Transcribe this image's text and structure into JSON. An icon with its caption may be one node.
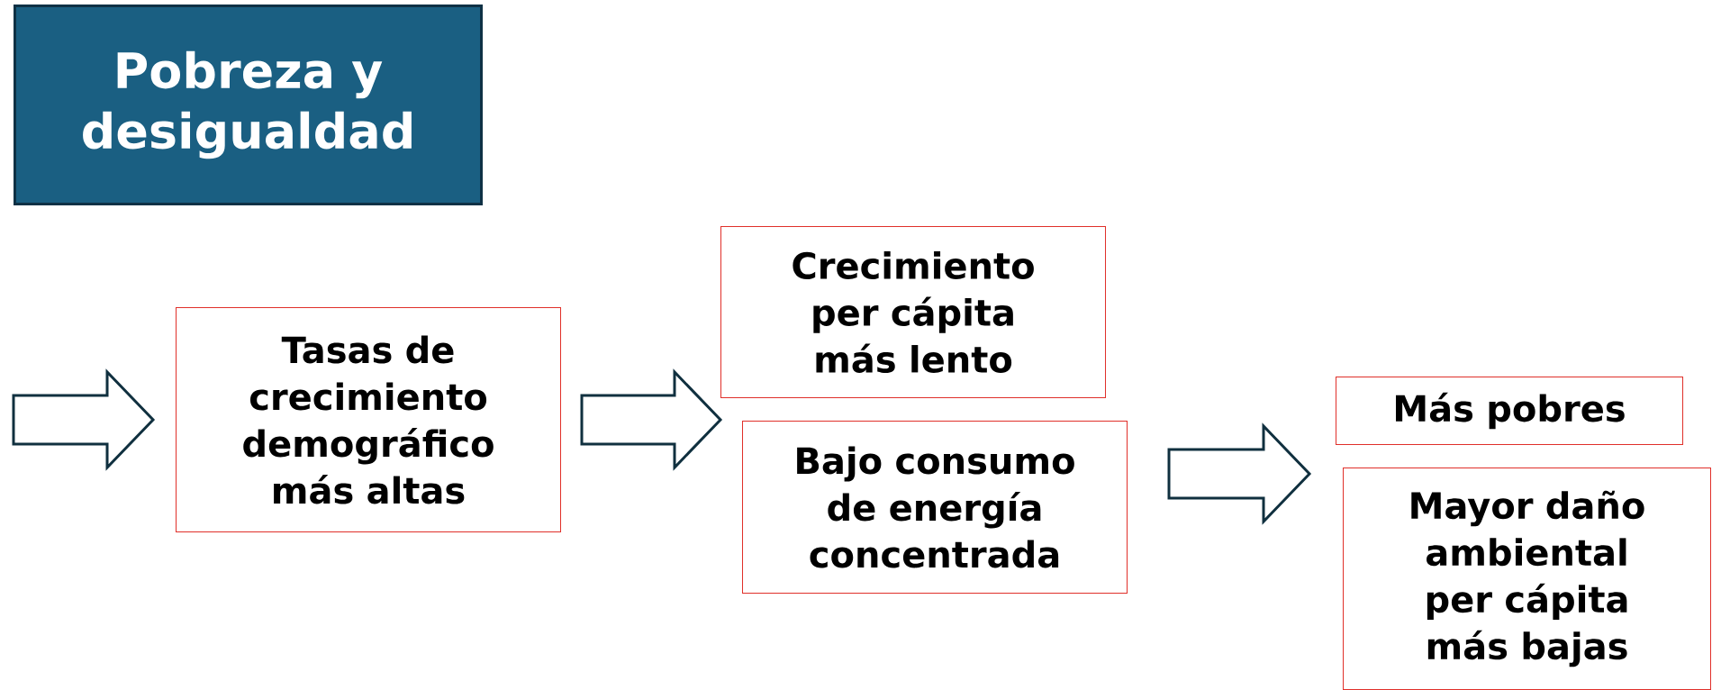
{
  "diagram": {
    "nodes": [
      {
        "text": [
          "Pobreza y desigualdad"
        ]
      },
      {
        "text": [
          "Tasas de crecimiento demográfico más altas"
        ]
      },
      {
        "text": [
          "Crecimiento per cápita más lento"
        ]
      },
      {
        "text": [
          "Bajo consumo de energía concentrada"
        ]
      },
      {
        "text": [
          "Más pobres"
        ]
      },
      {
        "text": [
          "Mayor daño ambiental per cápita más bajas"
        ]
      }
    ],
    "edges": [
      {
        "from": null,
        "to": 1,
        "arrow": "to"
      },
      {
        "from": 1,
        "to": 2,
        "arrow": "to"
      },
      {
        "from": 1,
        "to": 3,
        "arrow": "to"
      },
      {
        "from": 2,
        "to": 4,
        "arrow": "to"
      },
      {
        "from": 2,
        "to": 5,
        "arrow": "to"
      },
      {
        "from": 3,
        "to": 4,
        "arrow": "to"
      },
      {
        "from": 3,
        "to": 5,
        "arrow": "to"
      }
    ]
  }
}
